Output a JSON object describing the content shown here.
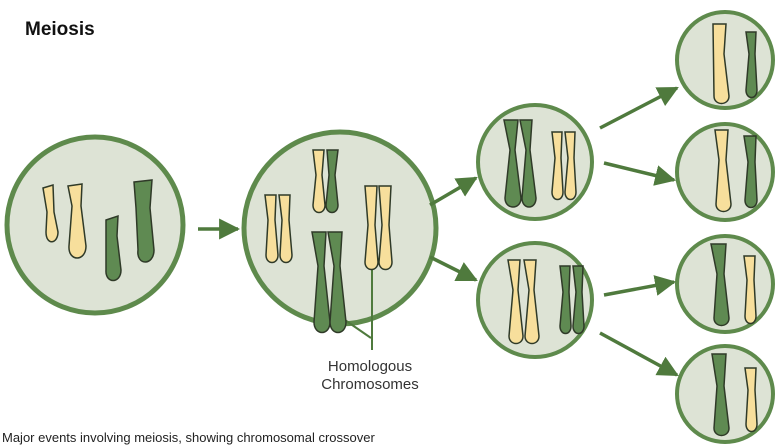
{
  "title": "Meiosis",
  "label": {
    "line1": "Homologous",
    "line2": "Chromosomes"
  },
  "caption": "Major events involving meiosis, showing chromosomal crossover",
  "colors": {
    "cell_fill": "#dde3d5",
    "cell_border": "#5e8a4c",
    "maternal": "#f7df9c",
    "paternal": "#5f8a52",
    "outline": "#2f3a28",
    "arrow": "#4f7a3d"
  }
}
